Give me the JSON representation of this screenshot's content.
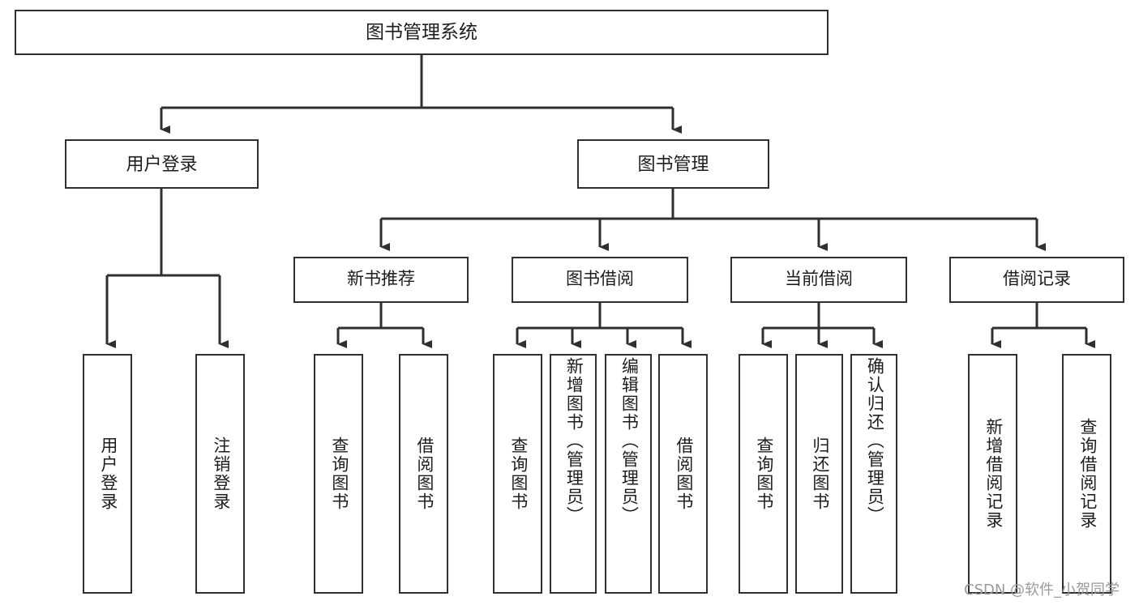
{
  "diagram": {
    "title": "图书管理系统",
    "type": "hierarchy-tree",
    "colors": {
      "box_border": "#2f2f2f",
      "box_fill": "#ffffff",
      "connector": "#2f2f2f",
      "text": "#1d1d1d",
      "watermark": "#9a9a9a"
    },
    "root": {
      "label": "图书管理系统"
    },
    "level2": [
      {
        "label": "用户登录"
      },
      {
        "label": "图书管理"
      }
    ],
    "level3": [
      {
        "label": "新书推荐"
      },
      {
        "label": "图书借阅"
      },
      {
        "label": "当前借阅"
      },
      {
        "label": "借阅记录"
      }
    ],
    "leaves": {
      "user_login": [
        {
          "label": "用户登录"
        },
        {
          "label": "注销登录"
        }
      ],
      "new_book_recommend": [
        {
          "label": "查询图书"
        },
        {
          "label": "借阅图书"
        }
      ],
      "book_borrow": [
        {
          "label": "查询图书"
        },
        {
          "label": "新增图书（管理员）"
        },
        {
          "label": "编辑图书（管理员）"
        },
        {
          "label": "借阅图书"
        }
      ],
      "current_borrow": [
        {
          "label": "查询图书"
        },
        {
          "label": "归还图书"
        },
        {
          "label": "确认归还（管理员）"
        }
      ],
      "borrow_record": [
        {
          "label": "新增借阅记录"
        },
        {
          "label": "查询借阅记录"
        }
      ]
    }
  },
  "watermark": {
    "text": "CSDN @软件_小贺同学"
  }
}
